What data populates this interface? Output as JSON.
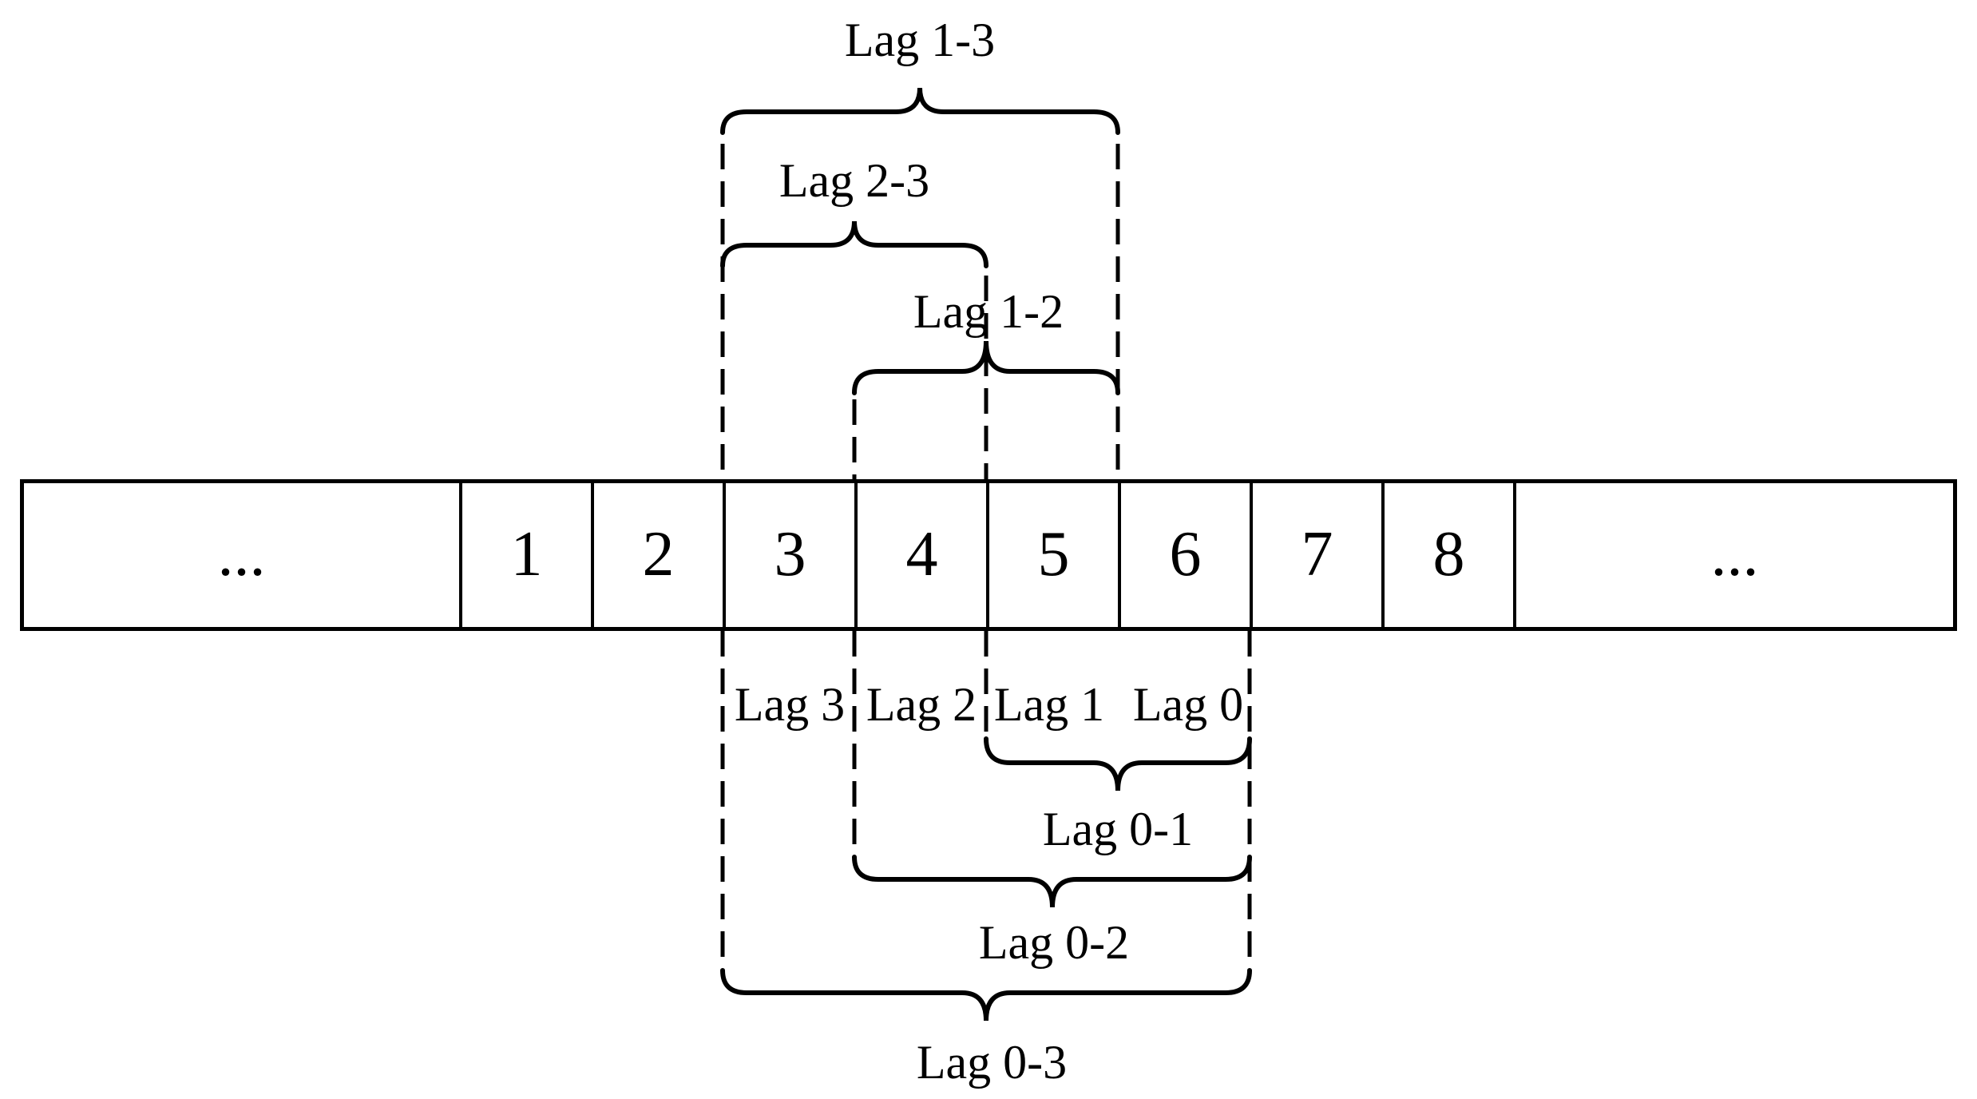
{
  "diagram": {
    "cells": [
      "...",
      "1",
      "2",
      "3",
      "4",
      "5",
      "6",
      "7",
      "8",
      "..."
    ],
    "lag_point_labels": {
      "lag3": "Lag 3",
      "lag2": "Lag 2",
      "lag1": "Lag 1",
      "lag0": "Lag 0"
    },
    "lag_range_labels": {
      "lag13": "Lag 1-3",
      "lag23": "Lag 2-3",
      "lag12": "Lag 1-2",
      "lag01": "Lag 0-1",
      "lag02": "Lag 0-2",
      "lag03": "Lag 0-3"
    },
    "colors": {
      "ink": "#000000",
      "background": "#ffffff"
    }
  }
}
